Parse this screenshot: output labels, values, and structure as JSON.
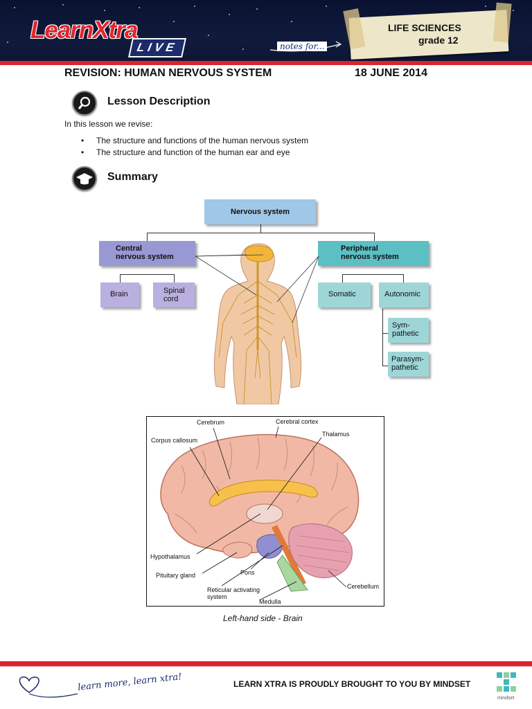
{
  "header": {
    "logo": "LearnXtra LIVE",
    "notes_label": "notes for...",
    "subject_line1": "LIFE SCIENCES",
    "subject_line2": "grade 12"
  },
  "document": {
    "title": "REVISION: HUMAN NERVOUS SYSTEM",
    "date": "18 JUNE 2014"
  },
  "lesson_description": {
    "heading": "Lesson Description",
    "intro": "In this lesson we revise:",
    "bullets": [
      "The structure and functions of the human nervous system",
      "The structure and function of the human ear and eye"
    ]
  },
  "summary": {
    "heading": "Summary"
  },
  "nervous_diagram": {
    "root": "Nervous system",
    "central": "Central\nnervous system",
    "peripheral": "Peripheral\nnervous system",
    "brain": "Brain",
    "spinal_cord": "Spinal\ncord",
    "somatic": "Somatic",
    "autonomic": "Autonomic",
    "sympathetic": "Sym-\npathetic",
    "parasympathetic": "Parasym-\npathetic",
    "colors": {
      "root": "#9fc7e7",
      "central": "#9898d4",
      "central_child": "#b9b0e0",
      "peripheral": "#5cbfc4",
      "peripheral_child": "#9ed6d8"
    }
  },
  "brain_diagram": {
    "labels": {
      "cerebrum": "Cerebrum",
      "cerebral_cortex": "Cerebral cortex",
      "thalamus": "Thalamus",
      "corpus_callosum": "Corpus callosum",
      "hypothalamus": "Hypothalamus",
      "pituitary_gland": "Pituitary gland",
      "pons": "Pons",
      "reticular": "Reticular activating\nsystem",
      "medulla": "Medulla",
      "cerebellum": "Cerebellum"
    },
    "caption": "Left-hand side - Brain"
  },
  "footer": {
    "slogan": "learn more, learn xtra!",
    "text": "LEARN XTRA IS PROUDLY BROUGHT TO YOU BY MINDSET",
    "mindset": "mindset"
  }
}
